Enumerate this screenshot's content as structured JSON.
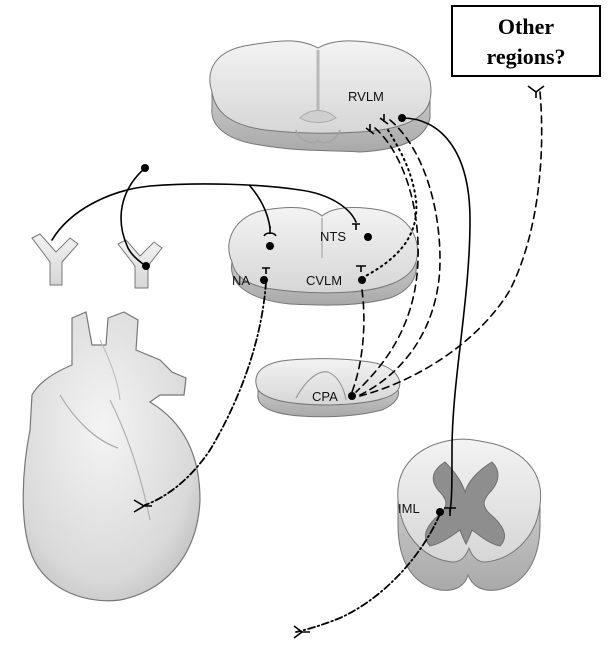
{
  "other_regions": {
    "line1": "Other",
    "line2": "regions?"
  },
  "labels": {
    "rvlm": "RVLM",
    "nts": "NTS",
    "na": "NA",
    "cvlm": "CVLM",
    "cpa": "CPA",
    "iml": "IML"
  },
  "colors": {
    "tissue_light": "#e9e9e9",
    "tissue_shade": "#bdbdbd",
    "gray_matter": "#8e8e8e",
    "pathway": "#000000"
  }
}
